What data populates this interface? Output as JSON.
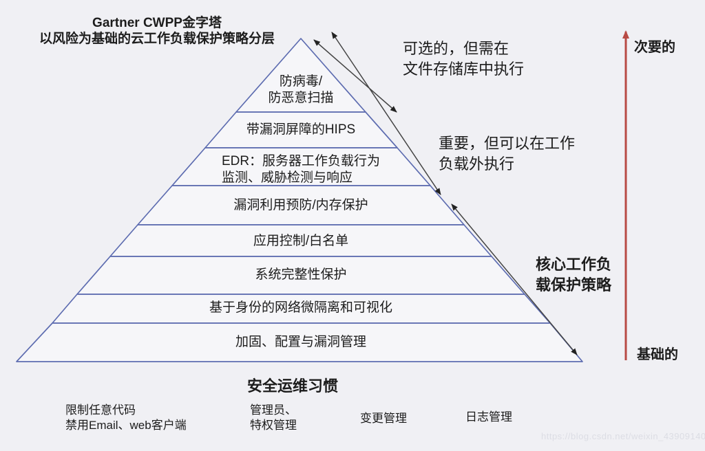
{
  "title": {
    "line1": "Gartner CWPP金字塔",
    "line2": "以风险为基础的云工作负载保护策略分层"
  },
  "pyramid": {
    "layers": [
      {
        "line1": "防病毒/",
        "line2": "防恶意扫描"
      },
      {
        "line1": "带漏洞屏障的HIPS"
      },
      {
        "line1": "EDR：服务器工作负载行为",
        "line2": "监测、威胁检测与响应"
      },
      {
        "line1": "漏洞利用预防/内存保护"
      },
      {
        "line1": "应用控制/白名单"
      },
      {
        "line1": "系统完整性保护"
      },
      {
        "line1": "基于身份的网络微隔离和可视化"
      },
      {
        "line1": "加固、配置与漏洞管理"
      }
    ]
  },
  "annotations": {
    "optional": {
      "line1": "可选的，但需在",
      "line2": "文件存储库中执行"
    },
    "important": {
      "line1": "重要，但可以在工作",
      "line2": "负载外执行"
    },
    "core": {
      "line1": "核心工作负",
      "line2": "载保护策略"
    }
  },
  "axis": {
    "top_label": "次要的",
    "bottom_label": "基础的"
  },
  "footer": {
    "title": "安全运维习惯",
    "items": [
      {
        "line1": "限制任意代码",
        "line2": "禁用Email、web客户端"
      },
      {
        "line1": "管理员、",
        "line2": "特权管理"
      },
      {
        "line1": "变更管理",
        "line2": ""
      },
      {
        "line1": "日志管理",
        "line2": ""
      }
    ]
  },
  "watermark": "https://blog.csdn.net/weixin_43909140",
  "colors": {
    "layer_stroke": "#5d6cb0",
    "layer_fill": "#f6f6f9",
    "arrow_gray": "#444444",
    "arrow_red": "#b84a44",
    "text": "#1c1c1c",
    "background": "#f0f0f4"
  }
}
